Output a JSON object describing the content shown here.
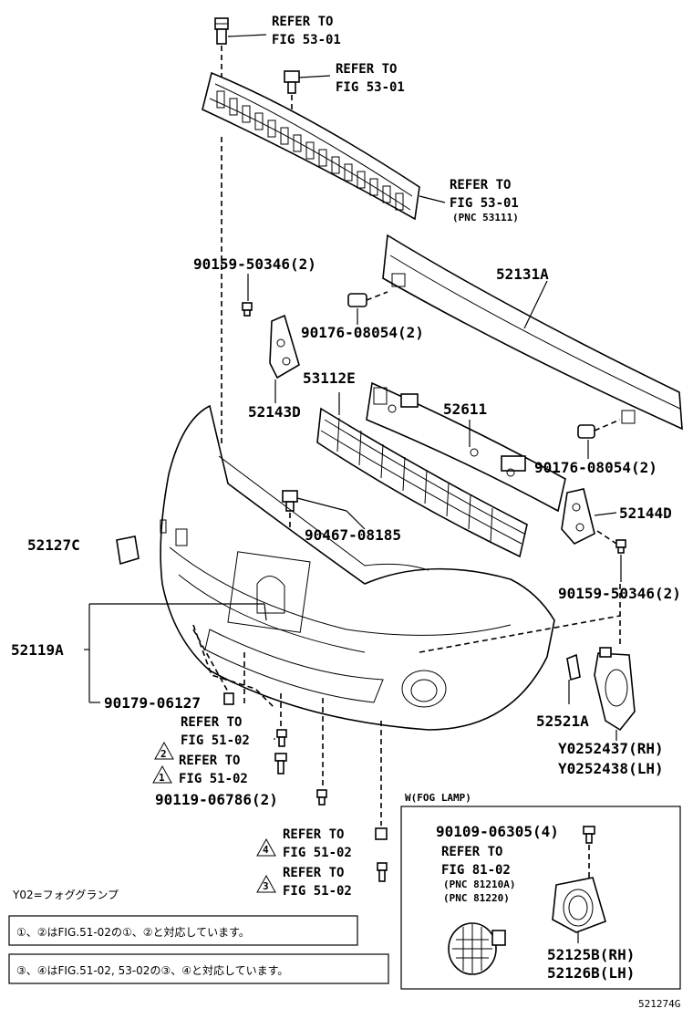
{
  "labels": {
    "refer_top_1": [
      "REFER TO",
      "FIG 53-01"
    ],
    "refer_top_2": [
      "REFER TO",
      "FIG 53-01"
    ],
    "refer_grille": [
      "REFER TO",
      "FIG 53-01"
    ],
    "pnc_grille": "(PNC 53111)",
    "p_90159_left": "90159-50346(2)",
    "p_52131A": "52131A",
    "p_90176_upper": "90176-08054(2)",
    "p_53112E": "53112E",
    "p_52143D": "52143D",
    "p_52611": "52611",
    "p_90176_lower": "90176-08054(2)",
    "p_52144D": "52144D",
    "p_52127C": "52127C",
    "p_90467": "90467-08185",
    "p_90159_right": "90159-50346(2)",
    "p_52119A": "52119A",
    "p_90179": "90179-06127",
    "p_52521A": "52521A",
    "p_Y0252437": "Y0252437(RH)",
    "p_Y0252438": "Y0252438(LH)",
    "refer_2": [
      "REFER TO",
      "FIG 51-02"
    ],
    "refer_1": [
      "REFER TO",
      "FIG 51-02"
    ],
    "p_90119": "90119-06786(2)",
    "refer_4": [
      "REFER TO",
      "FIG 51-02"
    ],
    "refer_3": [
      "REFER TO",
      "FIG 51-02"
    ],
    "fog_title": "W(FOG LAMP)",
    "p_90109": "90109-06305(4)",
    "refer_fog": [
      "REFER TO",
      "FIG 81-02"
    ],
    "pnc_fog_1": "(PNC 81210A)",
    "pnc_fog_2": "(PNC 81220)",
    "p_52125B": "52125B(RH)",
    "p_52126B": "52126B(LH)",
    "note_y02": "Y02=フォググランプ",
    "note_1": "①、②はFIG.51-02の①、②と対応しています。",
    "note_2": "③、④はFIG.51-02, 53-02の③、④と対応しています。",
    "fig_code": "521274G"
  },
  "markers": {
    "m1": "1",
    "m2": "2",
    "m3": "3",
    "m4": "4"
  }
}
